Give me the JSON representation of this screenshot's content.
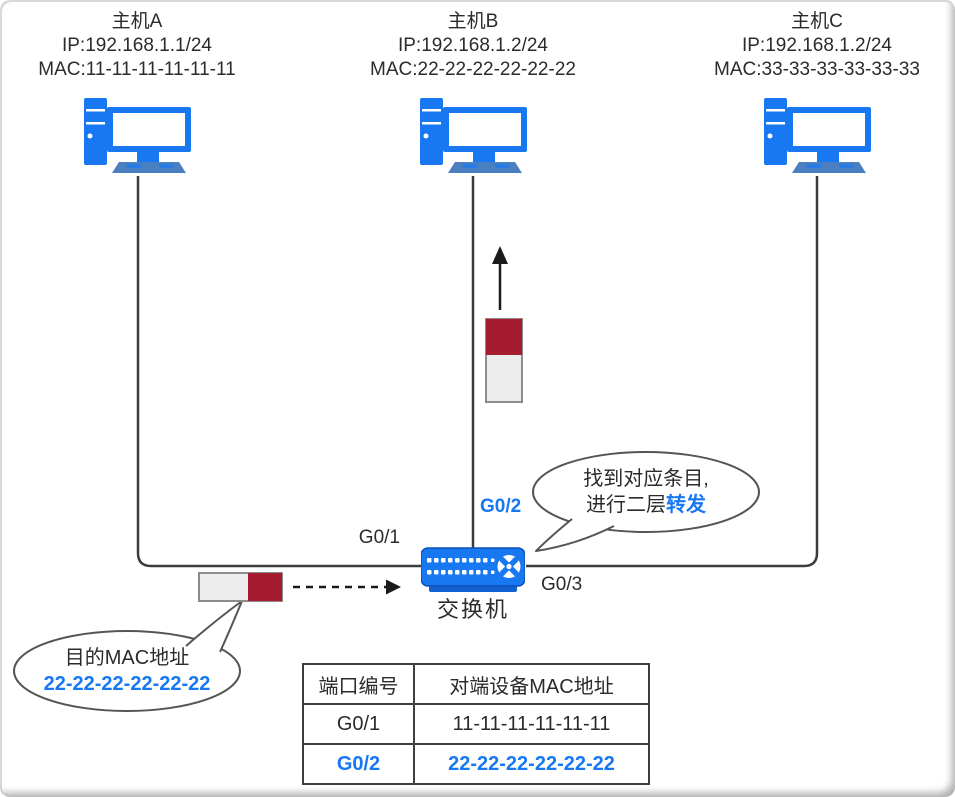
{
  "hosts": [
    {
      "name": "主机A",
      "ip": "IP:192.168.1.1/24",
      "mac": "MAC:11-11-11-11-11-11"
    },
    {
      "name": "主机B",
      "ip": "IP:192.168.1.2/24",
      "mac": "MAC:22-22-22-22-22-22"
    },
    {
      "name": "主机C",
      "ip": "IP:192.168.1.2/24",
      "mac": "MAC:33-33-33-33-33-33"
    }
  ],
  "switch_label": "交换机",
  "ports": {
    "g01": "G0/1",
    "g02": "G0/2",
    "g03": "G0/3"
  },
  "bubbles": {
    "left": {
      "line1": "目的MAC地址",
      "line2": "22-22-22-22-22-22"
    },
    "right": {
      "line1": "找到对应条目,",
      "line2_prefix": "进行二层",
      "line2_highlight": "转发"
    }
  },
  "mac_table": {
    "headers": [
      "端口编号",
      "对端设备MAC地址"
    ],
    "rows": [
      {
        "port": "G0/1",
        "mac": "11-11-11-11-11-11",
        "highlight": false
      },
      {
        "port": "G0/2",
        "mac": "22-22-22-22-22-22",
        "highlight": true
      }
    ]
  },
  "colors": {
    "accent_blue": "#1778F2",
    "frame_red": "#A51C30",
    "frame_gray": "#EDEDED",
    "line_dark": "#3D3D3D",
    "keyboard_blue": "#4A7FC0",
    "switch_base": "#1261D1",
    "text_dark": "#2B2B2B"
  }
}
